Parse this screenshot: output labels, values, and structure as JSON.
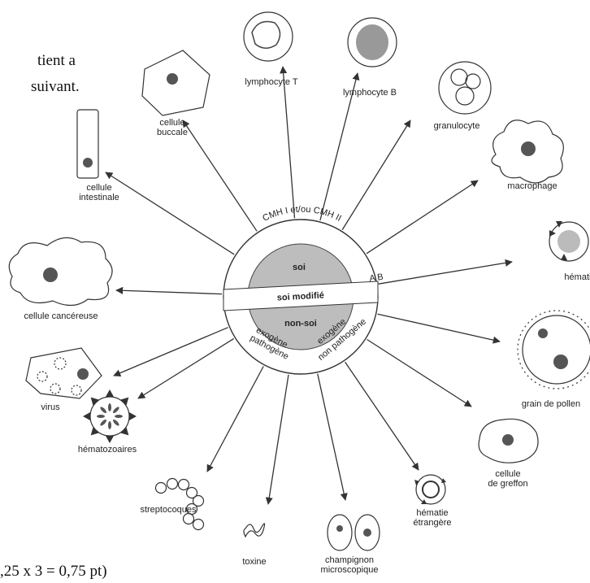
{
  "fragments": {
    "line1": "tient a",
    "line2": "suivant.",
    "line3": ",25 x 3 = 0,75 pt)"
  },
  "center": {
    "top_band": "CMH I et/ou CMH II",
    "self": "soi",
    "self_modified": "soi modifié",
    "nonself": "non-soi",
    "side_mark": "A B",
    "pathogen": [
      "exogène",
      "pathogène"
    ],
    "nonpathogen": [
      "exogène",
      "non pathogène"
    ]
  },
  "cells": [
    {
      "id": "lymphocyte-t",
      "label": [
        "lymphocyte T"
      ]
    },
    {
      "id": "lymphocyte-b",
      "label": [
        "lymphocyte B"
      ]
    },
    {
      "id": "granulocyte",
      "label": [
        "granulocyte"
      ]
    },
    {
      "id": "macrophage",
      "label": [
        "macrophage"
      ]
    },
    {
      "id": "hematie",
      "label": [
        "hématie"
      ]
    },
    {
      "id": "grain-de-pollen",
      "label": [
        "grain de pollen"
      ]
    },
    {
      "id": "cellule-de-greffon",
      "label": [
        "cellule",
        "de greffon"
      ]
    },
    {
      "id": "hematie-etrangere",
      "label": [
        "hématie",
        "étrangère"
      ]
    },
    {
      "id": "champignon",
      "label": [
        "champignon",
        "microscopique"
      ]
    },
    {
      "id": "toxine",
      "label": [
        "toxine"
      ]
    },
    {
      "id": "streptocoques",
      "label": [
        "streptocoques"
      ]
    },
    {
      "id": "hematozoaires",
      "label": [
        "hématozoaires"
      ]
    },
    {
      "id": "virus",
      "label": [
        "virus"
      ]
    },
    {
      "id": "cellule-cancereuse",
      "label": [
        "cellule cancéreuse"
      ]
    },
    {
      "id": "cellule-intestinale",
      "label": [
        "cellule",
        "intestinale"
      ]
    },
    {
      "id": "cellule-buccale",
      "label": [
        "cellule",
        "buccale"
      ]
    }
  ]
}
